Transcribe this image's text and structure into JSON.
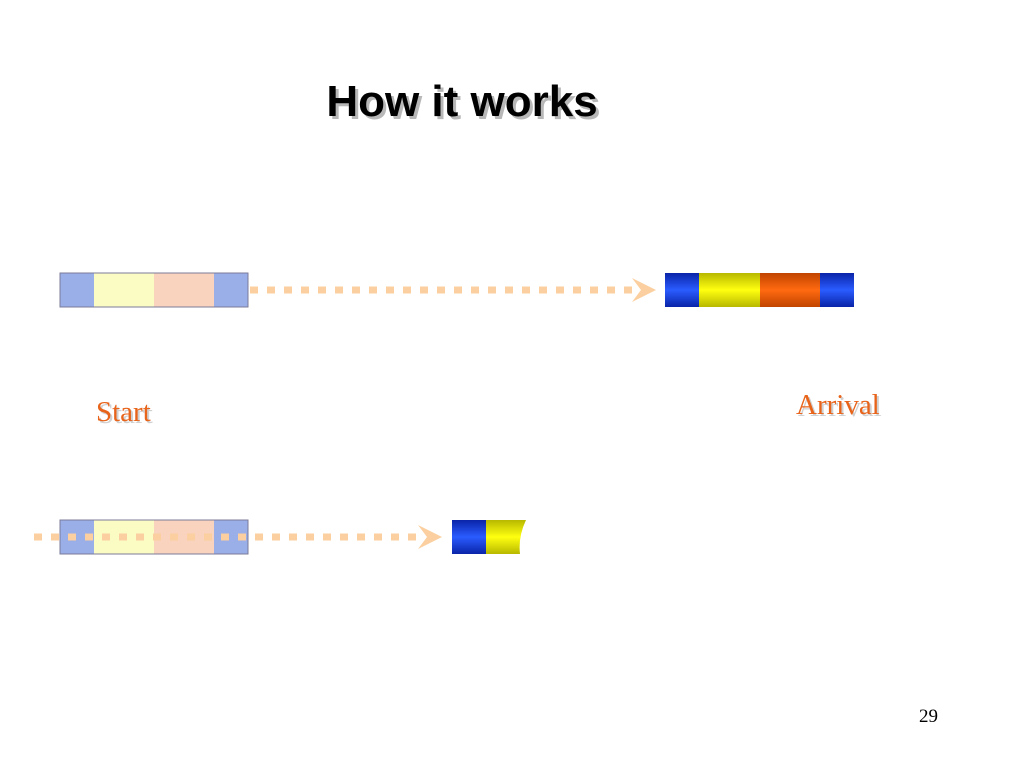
{
  "slide": {
    "title": "How it works",
    "page_number": "29"
  },
  "labels": {
    "start": "Start",
    "arrival": "Arrival"
  },
  "colors": {
    "start_segments": [
      "#9aaee8",
      "#fbfbc4",
      "#f9d3bd",
      "#9aaee8"
    ],
    "arrival_segments": [
      "#1a3fd6",
      "#e8e800",
      "#e85c0a",
      "#1a3fd6"
    ],
    "arrow": "#fbcf9f",
    "label_text": "#e8641b"
  }
}
